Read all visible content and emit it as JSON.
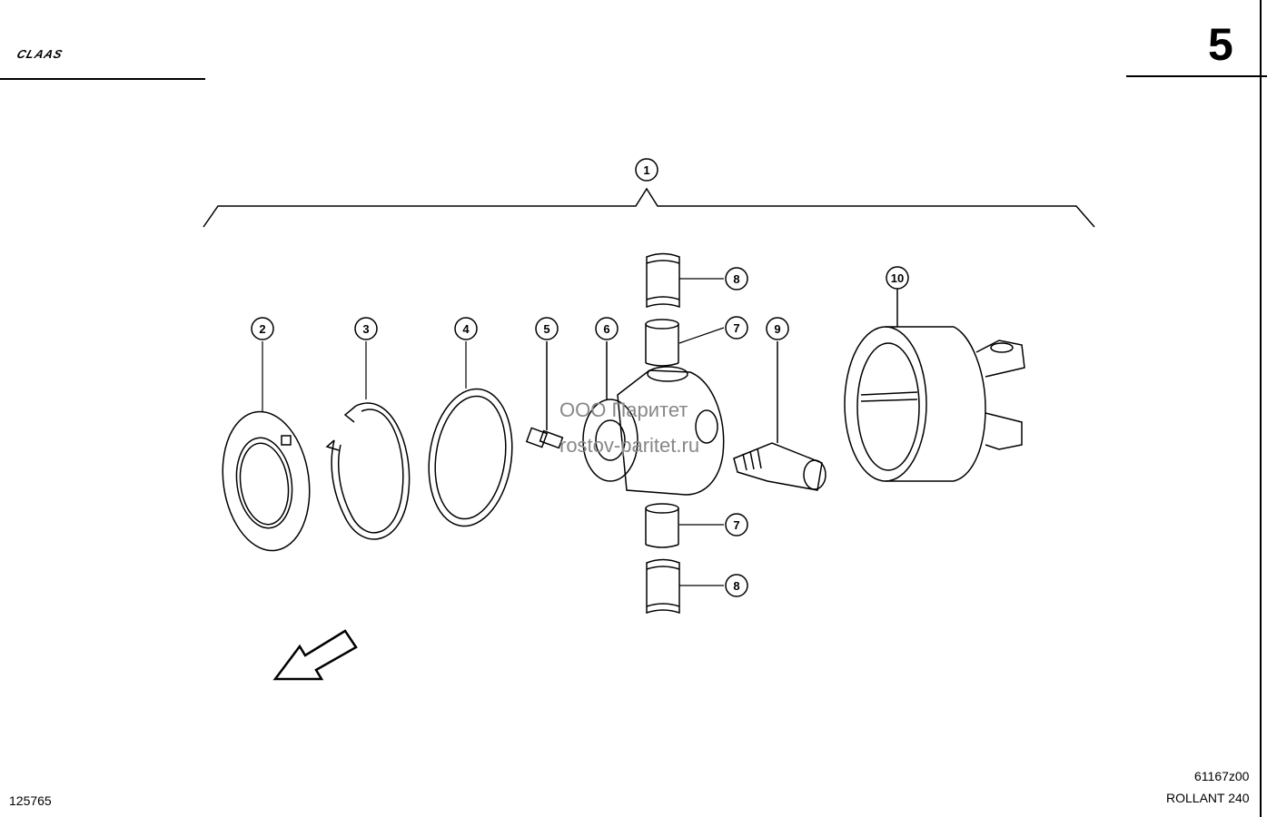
{
  "header": {
    "brand": "CLAAS",
    "page_number": "5"
  },
  "watermark": {
    "line1": "ООО Паритет",
    "line2": "rostov-paritet.ru"
  },
  "footer": {
    "drawing_number": "125765",
    "figure_code": "61167z00",
    "model": "ROLLANT 240"
  },
  "callouts": [
    "1",
    "2",
    "3",
    "4",
    "5",
    "6",
    "7",
    "7",
    "8",
    "8",
    "9",
    "10"
  ],
  "colors": {
    "ink": "#000000",
    "paper": "#ffffff",
    "watermark": "#888888"
  }
}
